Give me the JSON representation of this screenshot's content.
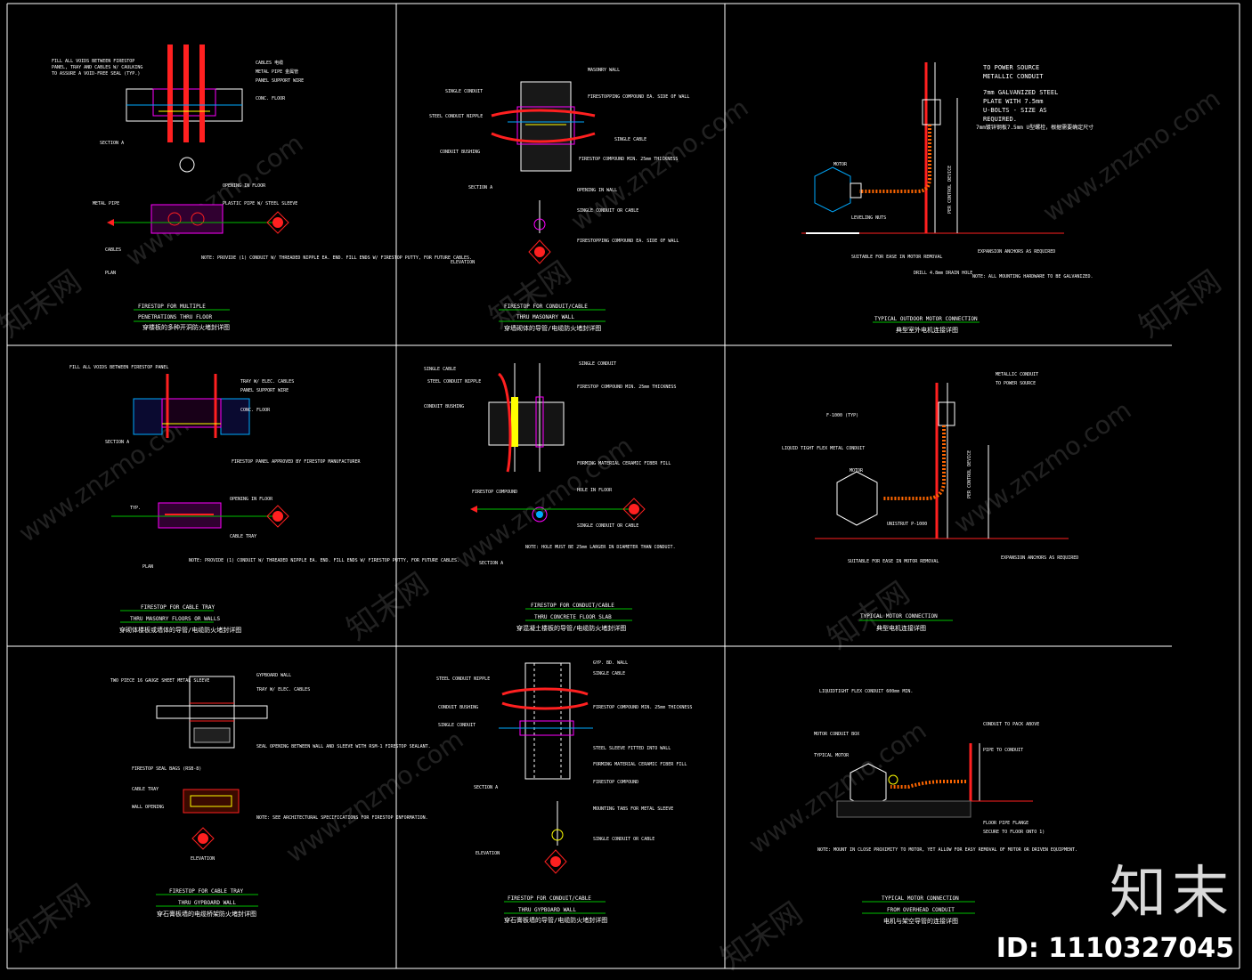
{
  "colors": {
    "background": "#000000",
    "line": "#ffffff",
    "text": "#ffffff",
    "conduit": "#ff2020",
    "accent": "#ffff00",
    "hatch": "#ff00ff",
    "divider": "#00c000",
    "section_marker": "#ff2020"
  },
  "watermark": {
    "text": "www.znzmo.com",
    "brand_cn": "知末网"
  },
  "brand": {
    "logo": "知末",
    "id_label": "ID: 1110327045"
  },
  "panels": [
    {
      "title": "FIRESTOP FOR MULTIPLE",
      "subtitle": "PENETRATIONS THRU FLOOR",
      "title_cn": "穿楼板的多种开洞防火堵封详图",
      "labels": [
        "CABLES 电缆",
        "METAL PIPE 金属管",
        "PANEL SUPPORT WIRE",
        "CONC. FLOOR",
        "SECTION A",
        "OPENING IN FLOOR",
        "PLASTIC PIPE W/ STEEL SLEEVE",
        "METAL PIPE",
        "CABLES",
        "PLAN"
      ],
      "note": "NOTE: PROVIDE (1) CONDUIT W/ THREADED NIPPLE EA. END. FILL ENDS W/ FIRESTOP PUTTY, FOR FUTURE CABLES."
    },
    {
      "title": "FIRESTOP FOR CONDUIT/CABLE",
      "subtitle": "THRU MASONARY WALL",
      "title_cn": "穿墙砌体的导管/电缆防火堵封详图",
      "labels": [
        "MASONRY WALL",
        "FIRESTOPPING COMPOUND EA. SIDE OF WALL",
        "SINGLE CONDUIT",
        "STEEL CONDUIT NIPPLE",
        "CONDUIT BUSHING",
        "SINGLE CABLE",
        "FIRESTOP COMPOUND MIN. 25mm THICKNESS",
        "SECTION A",
        "OPENING IN WALL",
        "SINGLE CONDUIT OR CABLE",
        "FIRESTOPPING COMPOUND EA. SIDE OF WALL",
        "ELEVATION"
      ],
      "note": ""
    },
    {
      "title": "TYPICAL OUTDOOR MOTOR CONNECTION",
      "subtitle": "",
      "title_cn": "典型室外电机连接详图",
      "labels": [
        "TO POWER SOURCE",
        "METALLIC CONDUIT",
        "7mm GALVANIZED STEEL",
        "PLATE WITH 7.5mm",
        "U-BOLTS - SIZE AS",
        "REQUIRED.",
        "7mm镀锌钢板7.5mm U型螺栓，根据需要确定尺寸",
        "MOTOR",
        "LEVELING NUTS",
        "SUITABLE FOR EASE IN MOTOR REMOVAL",
        "EXPANSION ANCHORS AS REQUIRED",
        "DRILL 4.8mm DRAIN HOLE",
        "PER CONTROL DEVICE"
      ],
      "note": "NOTE: ALL MOUNTING HARDWARE TO BE GALVANIZED."
    },
    {
      "title": "FIRESTOP FOR CABLE TRAY",
      "subtitle": "THRU MASONRY FLOORS OR WALLS",
      "title_cn": "穿砌体楼板或墙体的导管/电缆防火堵封详图",
      "labels": [
        "FILL ALL VOIDS BETWEEN FIRESTOP PANEL",
        "TRAY W/ ELEC. CABLES",
        "PANEL SUPPORT WIRE",
        "CONC. FLOOR",
        "SECTION A",
        "FIRESTOP PANEL APPROVED BY FIRESTOP MANUFACTURER",
        "OPENING IN FLOOR",
        "CABLE TRAY",
        "PLAN",
        "TYP."
      ],
      "note": "NOTE: PROVIDE (1) CONDUIT W/ THREADED NIPPLE EA. END. FILL ENDS W/ FIRESTOP PUTTY, FOR FUTURE CABLES."
    },
    {
      "title": "FIRESTOP FOR CONDUIT/CABLE",
      "subtitle": "THRU CONCRETE FLOOR SLAB",
      "title_cn": "穿混凝土楼板的导管/电缆防火堵封详图",
      "labels": [
        "SINGLE CABLE",
        "SINGLE CONDUIT",
        "STEEL CONDUIT NIPPLE",
        "CONDUIT BUSHING",
        "FIRESTOP COMPOUND MIN. 25mm THICKNESS",
        "FORMING MATERIAL CERAMIC FIBER FILL",
        "FIRESTOP COMPOUND",
        "HOLE IN FLOOR",
        "SINGLE CONDUIT OR CABLE",
        "SECTION A"
      ],
      "note": "NOTE: HOLE MUST BE 25mm LARGER IN DIAMETER THAN CONDUIT."
    },
    {
      "title": "TYPICAL MOTOR CONNECTION",
      "subtitle": "",
      "title_cn": "典型电机连接详图",
      "labels": [
        "METALLIC CONDUIT",
        "TO POWER SOURCE",
        "F-1000 (TYP)",
        "LIQUID TIGHT FLEX METAL CONDUIT",
        "MOTOR",
        "UNISTRUT P-1000",
        "SUITABLE FOR EASE IN MOTOR REMOVAL",
        "EXPANSION ANCHORS AS REQUIRED",
        "PER CONTROL DEVICE"
      ],
      "note": ""
    },
    {
      "title": "FIRESTOP FOR CABLE TRAY",
      "subtitle": "THRU GYPBOARD WALL",
      "title_cn": "穿石膏板墙的电缆桥架防火堵封详图",
      "labels": [
        "TWO PIECE 16 GAUGE SHEET METAL SLEEVE",
        "GYPBOARD WALL",
        "TRAY W/ ELEC. CABLES",
        "SEAL OPENING BETWEEN WALL AND SLEEVE WITH RSM-1 FIRESTOP SEALANT.",
        "FIRESTOP SEAL BAGS (RSB-8)",
        "CABLE TRAY",
        "WALL OPENING",
        "ELEVATION"
      ],
      "note": "NOTE: SEE ARCHITECTURAL SPECIFICATIONS FOR FIRESTOP INFORMATION."
    },
    {
      "title": "FIRESTOP FOR CONDUIT/CABLE",
      "subtitle": "THRU GYPBOARD WALL",
      "title_cn": "穿石膏板墙的导管/电缆防火堵封详图",
      "labels": [
        "GYP. BD. WALL",
        "STEEL CONDUIT NIPPLE",
        "SINGLE CABLE",
        "CONDUIT BUSHING",
        "FIRESTOP COMPOUND MIN. 25mm THICKNESS",
        "SINGLE CONDUIT",
        "STEEL SLEEVE FITTED INTO WALL",
        "FORMING MATERIAL CERAMIC FIBER FILL",
        "FIRESTOP COMPOUND",
        "SECTION A",
        "MOUNTING TABS FOR METAL SLEEVE",
        "SINGLE CONDUIT OR CABLE",
        "ELEVATION"
      ],
      "note": ""
    },
    {
      "title": "TYPICAL MOTOR CONNECTION",
      "subtitle": "FROM OVERHEAD CONDUIT",
      "title_cn": "电机与架空导管的连接详图",
      "labels": [
        "LIQUIDTIGHT FLEX CONDUIT 600mm MIN.",
        "CONDUIT TO PACK ABOVE",
        "MOTOR CONDUIT BOX",
        "TYPICAL MOTOR",
        "PIPE TO CONDUIT",
        "FLOOR PIPE FLANGE",
        "SECURE TO FLOOR ONTO 1)"
      ],
      "note": "NOTE: MOUNT IN CLOSE PROXIMITY TO MOTOR, YET ALLOW FOR EASY REMOVAL OF MOTOR OR DRIVEN EQUIPMENT."
    }
  ]
}
